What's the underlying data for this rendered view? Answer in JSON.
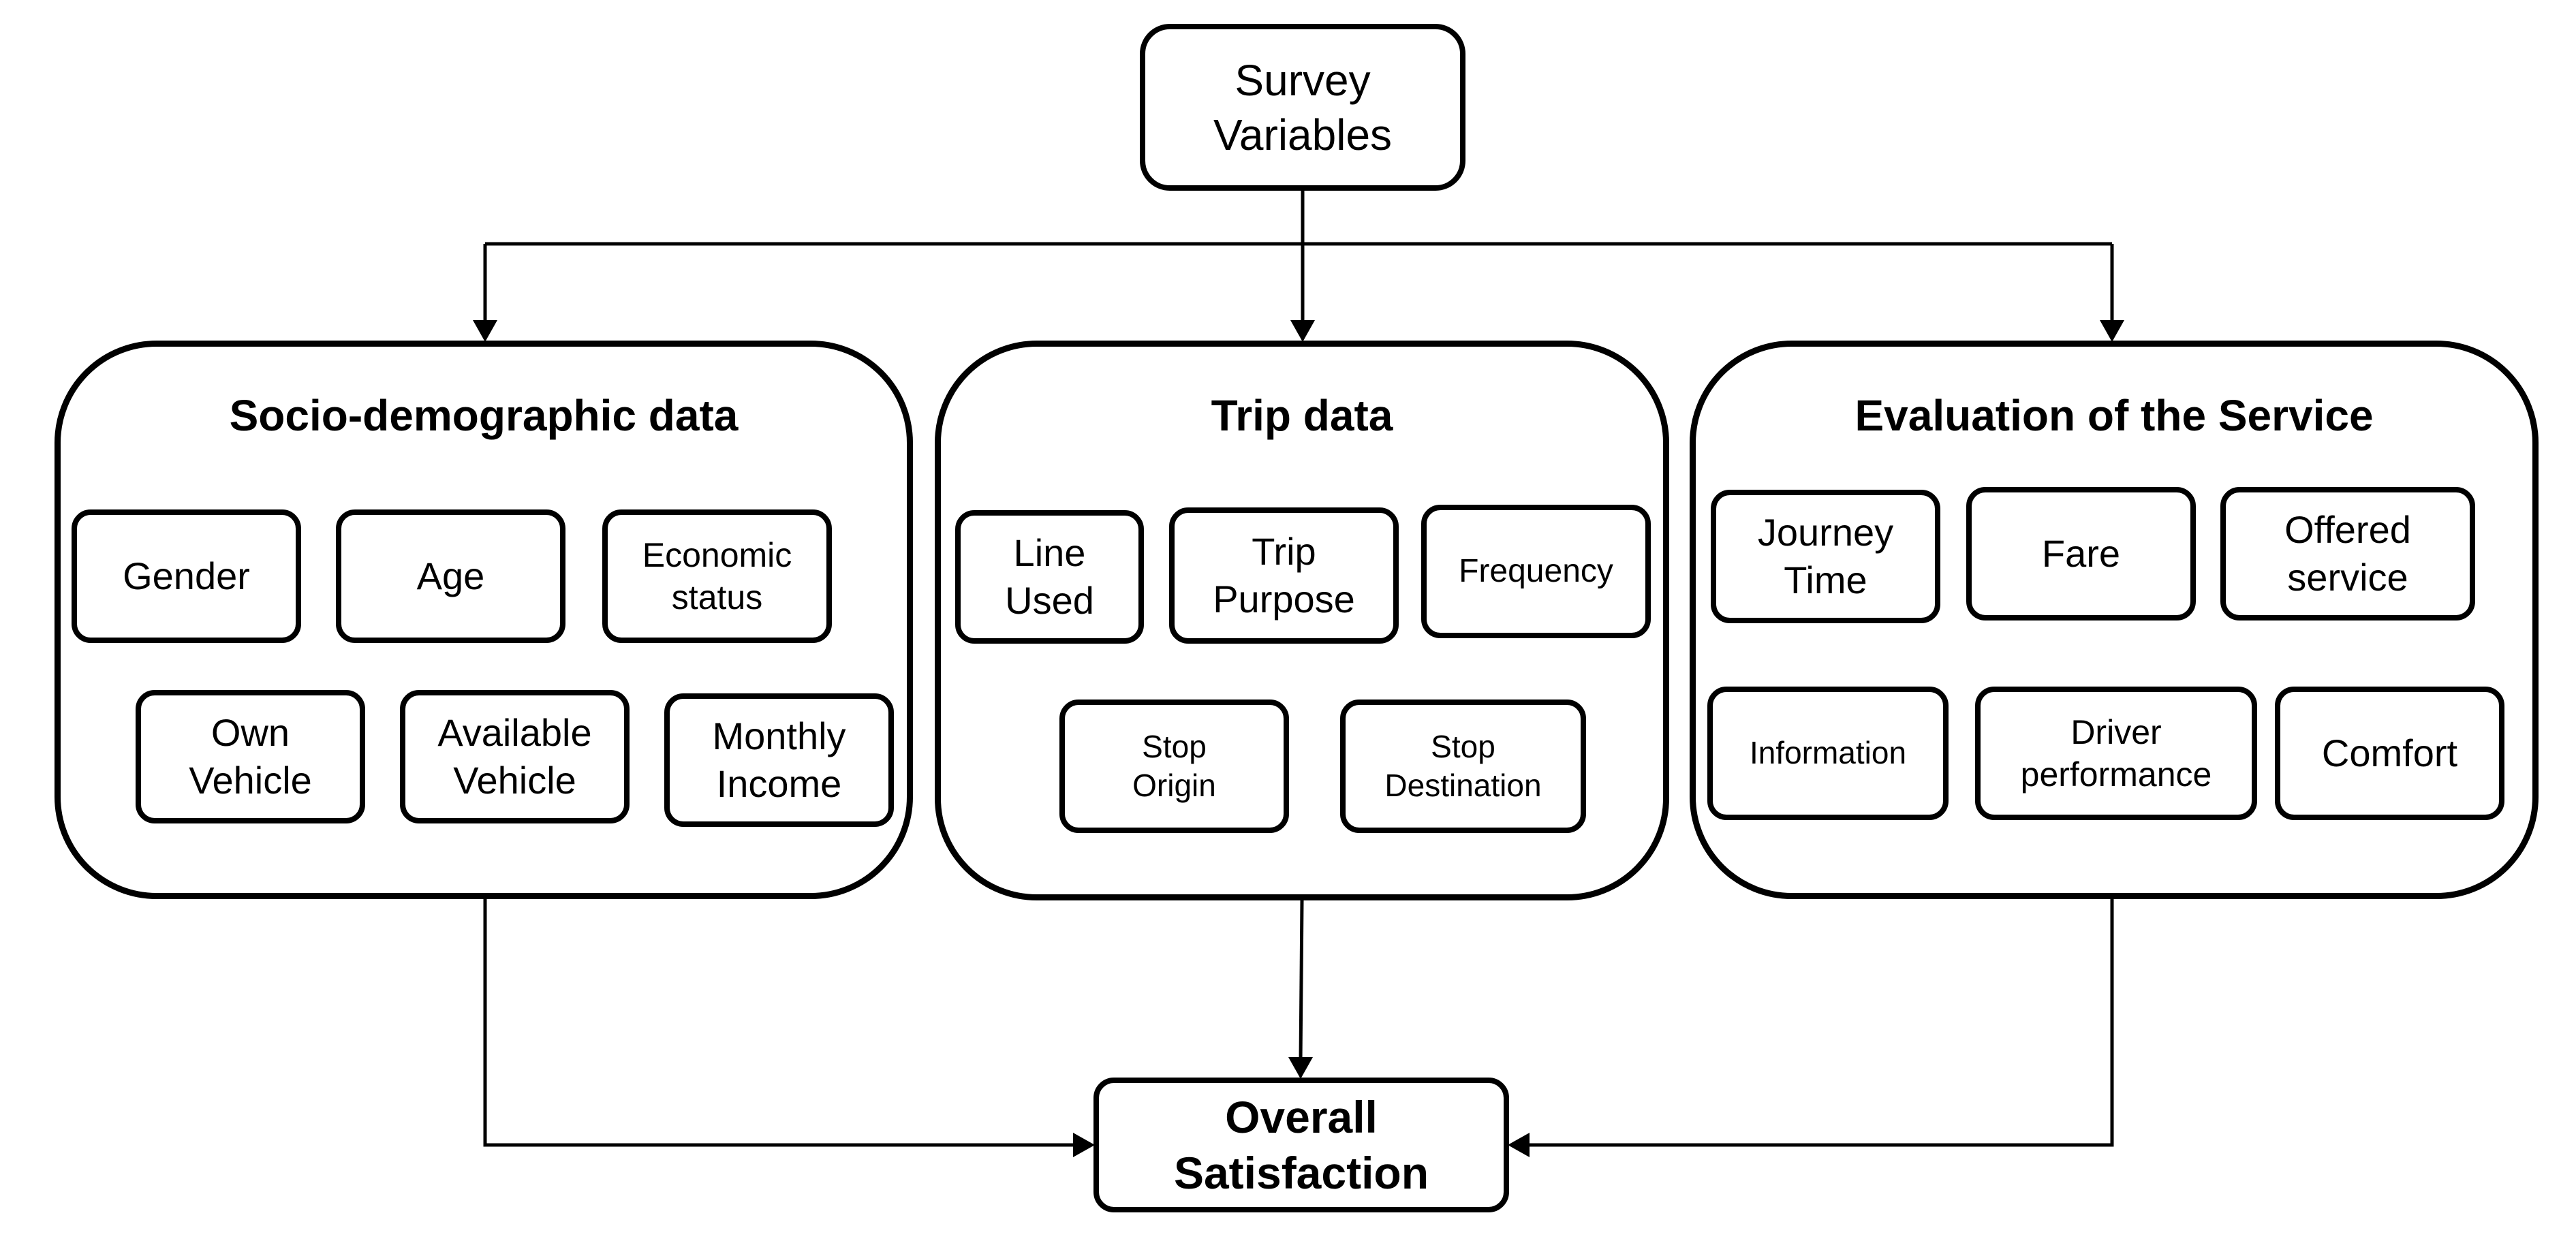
{
  "root": {
    "label": "Survey\nVariables"
  },
  "groups": [
    {
      "title": "Socio-demographic data",
      "items": [
        {
          "label": "Gender"
        },
        {
          "label": "Age"
        },
        {
          "label": "Economic\nstatus"
        },
        {
          "label": "Own\nVehicle"
        },
        {
          "label": "Available\nVehicle"
        },
        {
          "label": "Monthly\nIncome"
        }
      ]
    },
    {
      "title": "Trip data",
      "items": [
        {
          "label": "Line\nUsed"
        },
        {
          "label": "Trip\nPurpose"
        },
        {
          "label": "Frequency"
        },
        {
          "label": "Stop\nOrigin"
        },
        {
          "label": "Stop\nDestination"
        }
      ]
    },
    {
      "title": "Evaluation of the Service",
      "items": [
        {
          "label": "Journey\nTime"
        },
        {
          "label": "Fare"
        },
        {
          "label": "Offered\nservice"
        },
        {
          "label": "Information"
        },
        {
          "label": "Driver\nperformance"
        },
        {
          "label": "Comfort"
        }
      ]
    }
  ],
  "outcome": {
    "label": "Overall\nSatisfaction"
  }
}
